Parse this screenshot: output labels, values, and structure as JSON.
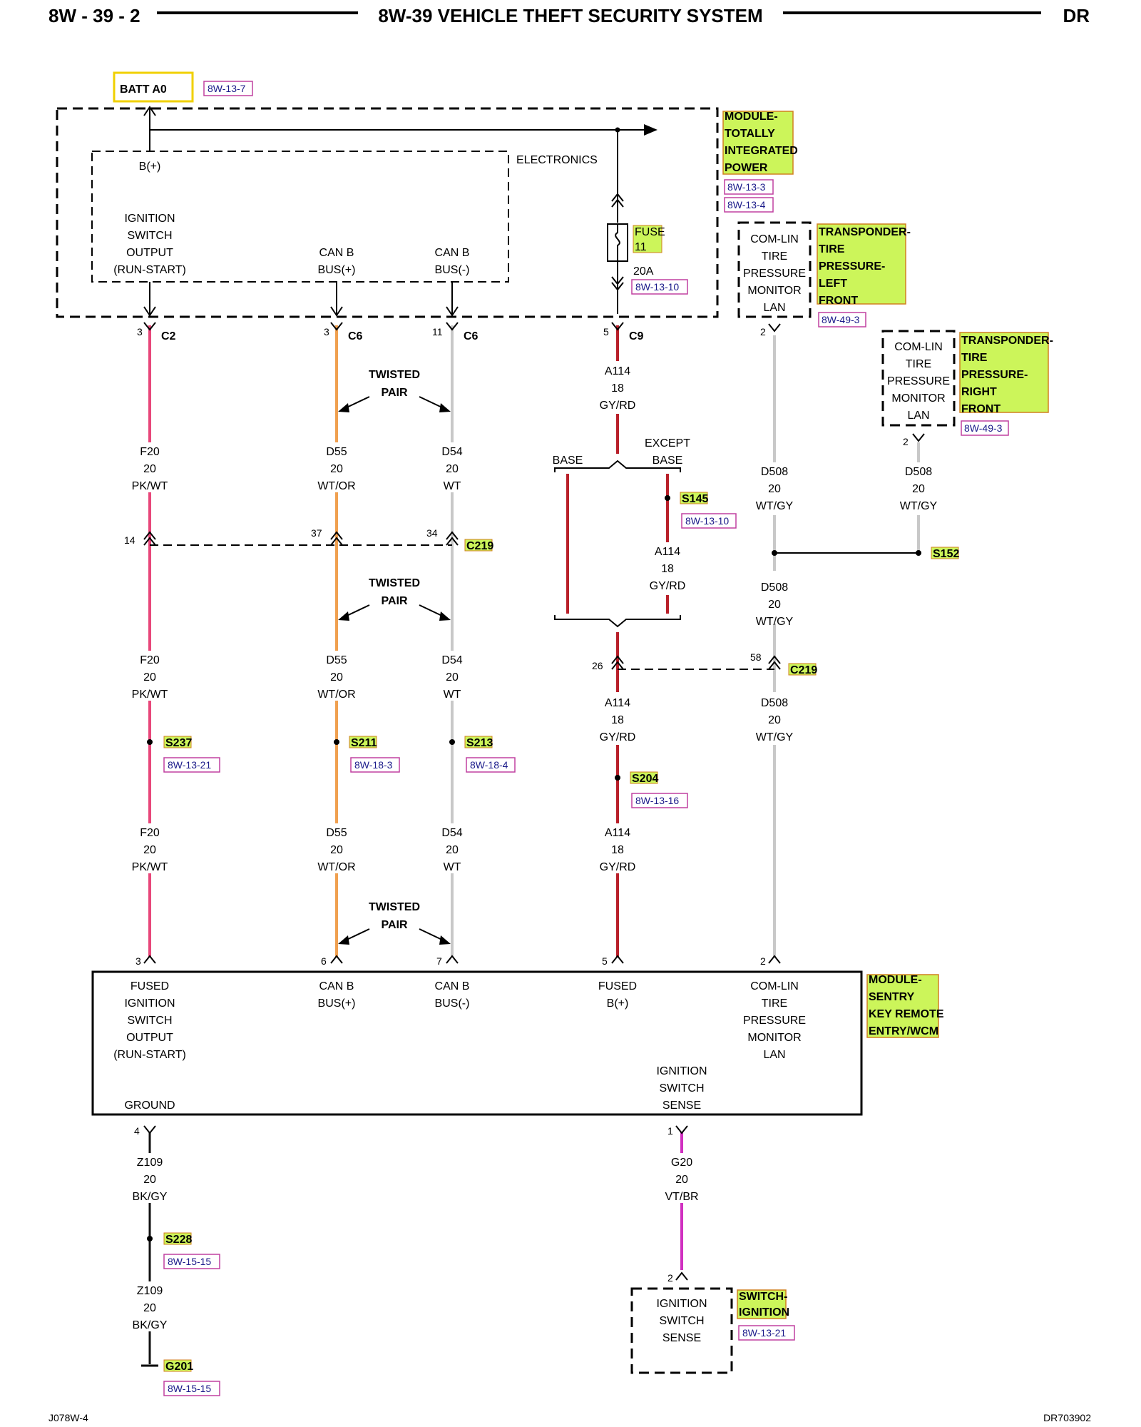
{
  "header": {
    "left": "8W - 39 - 2",
    "title": "8W-39 VEHICLE THEFT SECURITY SYSTEM",
    "right": "DR"
  },
  "footer": {
    "left": "J078W-4",
    "right": "DR703902"
  },
  "colors": {
    "pk_wt": "#e8477a",
    "wt_or": "#f0a050",
    "wt": "#c8c8c8",
    "gy_rd": "#b8202a",
    "wt_gy": "#c8c8c8",
    "vt_br": "#d030c0",
    "bk_gy": "#111111",
    "highlight": "#ccf55a",
    "batt_border": "#f0d000"
  },
  "labels": {
    "batt": "BATT A0",
    "batt_ref": "8W-13-7",
    "tipm_name": [
      "MODULE-",
      "TOTALLY",
      "INTEGRATED",
      "POWER"
    ],
    "tipm_refs": [
      "8W-13-3",
      "8W-13-4"
    ],
    "electronics": "ELECTRONICS",
    "bplus": "B(+)",
    "ign_out": [
      "IGNITION",
      "SWITCH",
      "OUTPUT",
      "(RUN-START)"
    ],
    "canb_plus": [
      "CAN B",
      "BUS(+)"
    ],
    "canb_minus": [
      "CAN B",
      "BUS(-)"
    ],
    "fuse": [
      "FUSE",
      "11"
    ],
    "fuse_amp": "20A",
    "fuse_ref": "8W-13-10",
    "lf_box": [
      "COM-LIN",
      "TIRE",
      "PRESSURE",
      "MONITOR",
      "LAN"
    ],
    "lf_name": [
      "TRANSPONDER-",
      "TIRE",
      "PRESSURE-",
      "LEFT",
      "FRONT"
    ],
    "lf_ref": "8W-49-3",
    "rf_box": [
      "COM-LIN",
      "TIRE",
      "PRESSURE",
      "MONITOR",
      "LAN"
    ],
    "rf_name": [
      "TRANSPONDER-",
      "TIRE",
      "PRESSURE-",
      "RIGHT",
      "FRONT"
    ],
    "rf_ref": "8W-49-3",
    "twisted": [
      "TWISTED",
      "PAIR"
    ],
    "base": "BASE",
    "except_base": [
      "EXCEPT",
      "BASE"
    ],
    "wcm_box": {
      "fused_ign": [
        "FUSED",
        "IGNITION",
        "SWITCH",
        "OUTPUT",
        "(RUN-START)"
      ],
      "canp": [
        "CAN B",
        "BUS(+)"
      ],
      "canm": [
        "CAN B",
        "BUS(-)"
      ],
      "fusedb": [
        "FUSED",
        "B(+)"
      ],
      "lan": [
        "COM-LIN",
        "TIRE",
        "PRESSURE",
        "MONITOR",
        "LAN"
      ],
      "ign_sense": [
        "IGNITION",
        "SWITCH",
        "SENSE"
      ],
      "ground": "GROUND"
    },
    "wcm_name": [
      "MODULE-",
      "SENTRY",
      "KEY REMOTE",
      "ENTRY/WCM"
    ],
    "ign_box": [
      "IGNITION",
      "SWITCH",
      "SENSE"
    ],
    "ign_name": [
      "SWITCH-",
      "IGNITION"
    ],
    "ign_ref": "8W-13-21"
  },
  "connectors": {
    "c2_pin": "3",
    "c2": "C2",
    "c6a_pin": "3",
    "c6a": "C6",
    "c6b_pin": "11",
    "c6b": "C6",
    "c9_pin": "5",
    "c9": "C9",
    "lf_pin": "2",
    "rf_pin": "2",
    "c219a_pins": [
      "14",
      "37",
      "34"
    ],
    "c219": "C219",
    "c219b_pins": [
      "26",
      "58"
    ],
    "wcm_pins": [
      "3",
      "6",
      "7",
      "5",
      "2"
    ],
    "gnd_pin": "4",
    "ign_pin_top": "1",
    "ign_pin_bot": "2"
  },
  "wires": {
    "f20": [
      "F20",
      "20",
      "PK/WT"
    ],
    "d55": [
      "D55",
      "20",
      "WT/OR"
    ],
    "d54": [
      "D54",
      "20",
      "WT"
    ],
    "a114": [
      "A114",
      "18",
      "GY/RD"
    ],
    "d508": [
      "D508",
      "20",
      "WT/GY"
    ],
    "z109": [
      "Z109",
      "20",
      "BK/GY"
    ],
    "g20": [
      "G20",
      "20",
      "VT/BR"
    ]
  },
  "splices": {
    "s145": "S145",
    "s145_ref": "8W-13-10",
    "s152": "S152",
    "s237": "S237",
    "s237_ref": "8W-13-21",
    "s211": "S211",
    "s211_ref": "8W-18-3",
    "s213": "S213",
    "s213_ref": "8W-18-4",
    "s204": "S204",
    "s204_ref": "8W-13-16",
    "s228": "S228",
    "s228_ref": "8W-15-15",
    "g201": "G201",
    "g201_ref": "8W-15-15"
  }
}
